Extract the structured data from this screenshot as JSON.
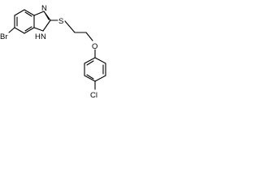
{
  "molecule": {
    "labels": {
      "bromine": "Br",
      "nitrogen_top": "N",
      "nitrogen_h": "H",
      "nitrogen_bottom": "N",
      "sulfur": "S",
      "oxygen": "O",
      "chlorine": "Cl"
    },
    "colors": {
      "bond": "#000000",
      "text": "#000000",
      "background": "#ffffff"
    }
  }
}
